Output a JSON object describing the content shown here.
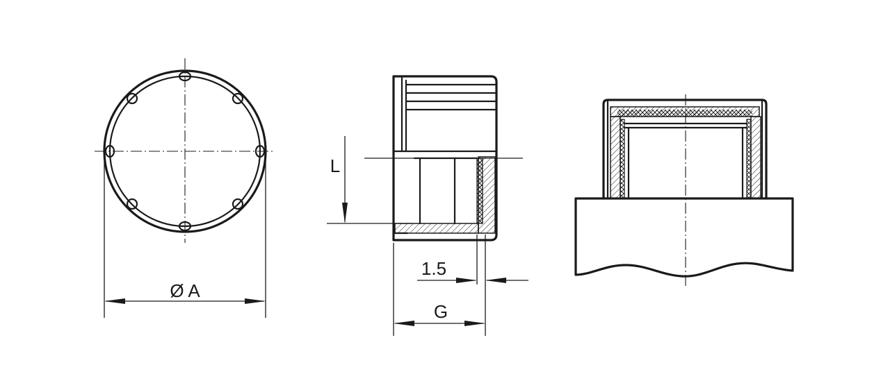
{
  "dimensions": {
    "diameter_label": "Ø A",
    "length_label": "L",
    "wall_label": "1.5",
    "thread_label": "G"
  }
}
